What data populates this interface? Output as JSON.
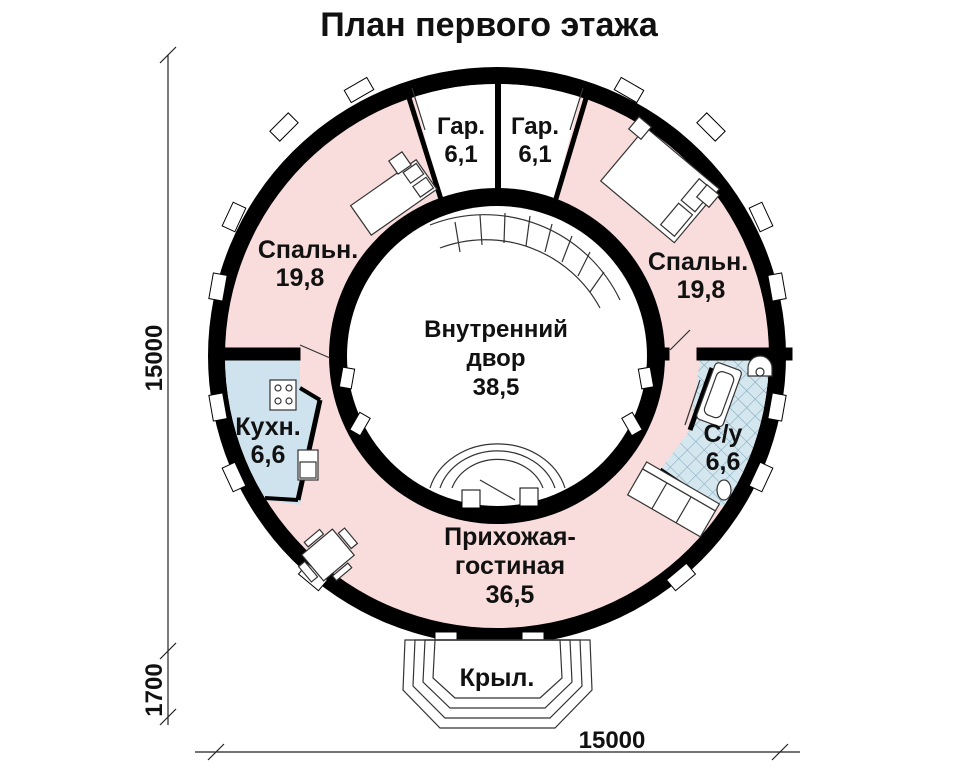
{
  "title": "План первого этажа",
  "rooms": {
    "garage_left": {
      "name": "Гар.",
      "area": "6,1"
    },
    "garage_right": {
      "name": "Гар.",
      "area": "6,1"
    },
    "bedroom_left": {
      "name": "Спальн.",
      "area": "19,8"
    },
    "bedroom_right": {
      "name": "Спальн.",
      "area": "19,8"
    },
    "courtyard": {
      "name_line1": "Внутренний",
      "name_line2": "двор",
      "area": "38,5"
    },
    "kitchen": {
      "name": "Кухн.",
      "area": "6,6"
    },
    "bathroom": {
      "name": "С/у",
      "area": "6,6"
    },
    "hall": {
      "name_line1": "Прихожая-",
      "name_line2": "гостиная",
      "area": "36,5"
    },
    "porch": {
      "name": "Крыл."
    }
  },
  "dimensions": {
    "vertical_main": "15000",
    "vertical_porch": "1700",
    "horizontal": "15000"
  },
  "colors": {
    "bedroom": "#f9dcdc",
    "hall": "#f9dcdc",
    "kitchen": "#cfe3ee",
    "bathroom": "#d4e6ee",
    "wall": "#000000",
    "window": "#ffffff"
  }
}
